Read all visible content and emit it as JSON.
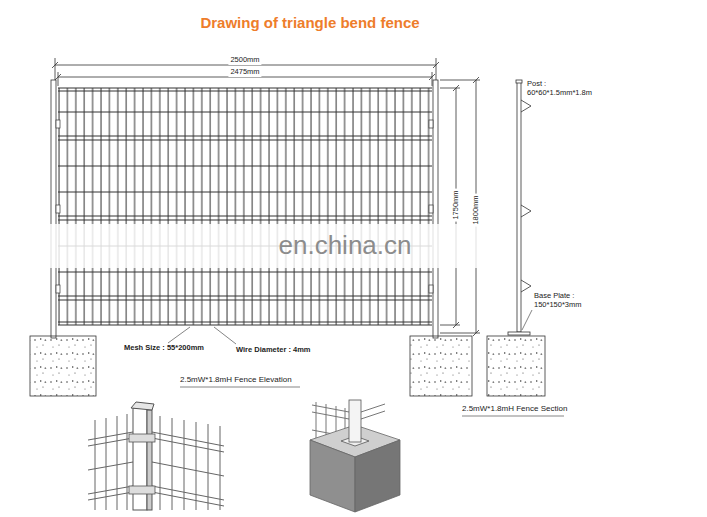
{
  "diagram": {
    "title": "Drawing of triangle bend fence",
    "labels": [
      "2500mm",
      "2475mm",
      "1750mm",
      "1800mm",
      "Mesh Size : 55*200mm",
      "Wire Diameter : 4mm",
      "2.5mW*1.8mH Fence Elevation",
      "Post : 60*60*1.5mm*1.8m",
      "Base Plate : 150*150*3mm",
      "2.5mW*1.8mH Fence Section",
      "en.china.cn"
    ]
  }
}
